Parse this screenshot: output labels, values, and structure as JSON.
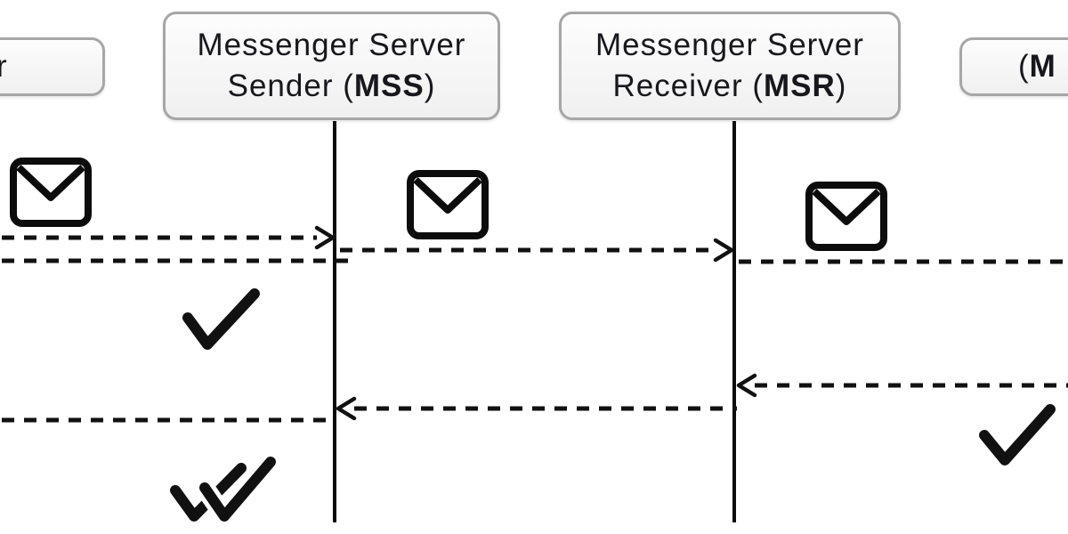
{
  "figure": {
    "type": "sequence-diagram",
    "description": "Message delivery flow between messenger client and servers with delivery-status ticks"
  },
  "actors": {
    "sender": {
      "visible_label": "r",
      "clipped": "left-edge"
    },
    "mss": {
      "line1": "Messenger Server",
      "line2_pre": "Sender (",
      "abbr": "MSS",
      "line2_post": ")"
    },
    "msr": {
      "line1": "Messenger Server",
      "line2_pre": "Receiver (",
      "abbr": "MSR",
      "line2_post": ")"
    },
    "receiver": {
      "label_pre": "(",
      "label_bold": "M",
      "clipped": "right-edge"
    }
  },
  "messages": [
    {
      "from": "sender-offscreen-left",
      "to": "MSS",
      "direction": "right",
      "style": "dashed",
      "arrowhead_at": "MSS",
      "row": 1
    },
    {
      "from": "MSS",
      "to": "MSR",
      "direction": "right",
      "style": "dashed",
      "arrowhead_at": "MSR",
      "row": 2
    },
    {
      "from": "MSR",
      "to": "receiver-offscreen-right",
      "direction": "right",
      "style": "dashed",
      "arrowhead_at": "offscreen",
      "row": 3
    },
    {
      "from": "MSS",
      "to": "sender-offscreen-left",
      "direction": "left",
      "style": "dashed",
      "arrowhead_at": "offscreen",
      "row": 4
    },
    {
      "from": "receiver-offscreen-right",
      "to": "MSR",
      "direction": "left",
      "style": "dashed",
      "arrowhead_at": "MSR",
      "row": 5
    },
    {
      "from": "MSR",
      "to": "MSS",
      "direction": "left",
      "style": "dashed",
      "arrowhead_at": "MSS",
      "row": 6
    },
    {
      "from": "MSS",
      "to": "sender-offscreen-left",
      "direction": "left",
      "style": "dashed",
      "arrowhead_at": "offscreen",
      "row": 7
    }
  ],
  "status_icons": [
    {
      "name": "envelope-icon",
      "position": "left-of-MSS-above-row-1"
    },
    {
      "name": "envelope-icon",
      "position": "between-MSS-and-MSR-above-row-2"
    },
    {
      "name": "envelope-icon",
      "position": "right-of-MSR-above-row-3"
    },
    {
      "name": "single-check-icon",
      "position": "left-of-MSS-below-row-4"
    },
    {
      "name": "single-check-icon",
      "position": "right-edge-below-row-5"
    },
    {
      "name": "double-check-icon",
      "position": "left-of-MSS-bottom"
    }
  ],
  "colors": {
    "background": "#ffffff",
    "line": "#111111",
    "box_border": "#a6a6a6",
    "box_fill_top": "#fdfdfd",
    "box_fill_bottom": "#f0f0f0",
    "text": "#17171c"
  }
}
